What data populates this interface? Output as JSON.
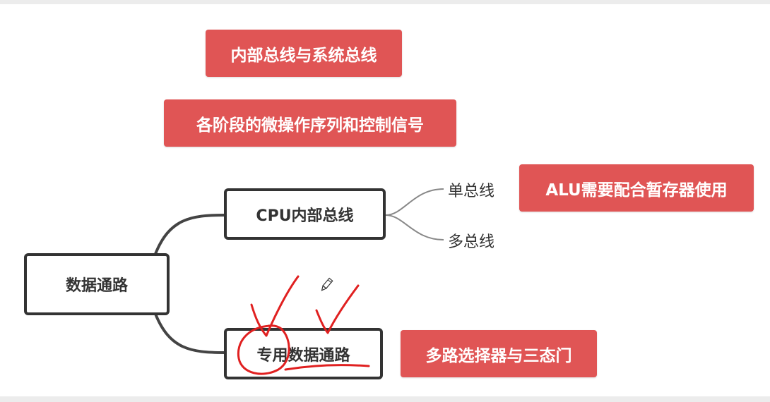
{
  "colors": {
    "tag_background": "#e05555",
    "node_border": "#333333",
    "connector": "#444444",
    "branch_line": "#888888",
    "ink": "#e02020"
  },
  "icons": {
    "pencil_cursor": "pencil-icon"
  },
  "mindmap": {
    "root": {
      "label": "数据通路"
    },
    "floating_tags": [
      {
        "label": "内部总线与系统总线"
      },
      {
        "label": "各阶段的微操作序列和控制信号"
      }
    ],
    "cpu_bus": {
      "label": "CPU内部总线",
      "children": [
        {
          "label": "单总线",
          "tag": "ALU需要配合暂存器使用"
        },
        {
          "label": "多总线"
        }
      ]
    },
    "dedicated_path": {
      "label": "专用数据通路",
      "tag": "多路选择器与三态门"
    }
  }
}
